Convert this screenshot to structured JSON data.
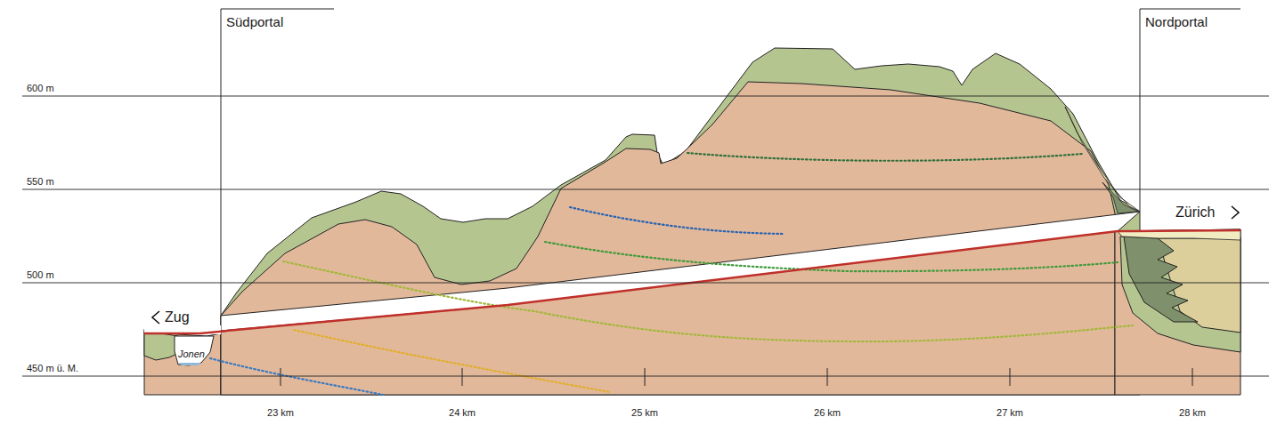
{
  "diagram": {
    "labels": [
      "Südportal",
      "Nordportal",
      "600 m",
      "550 m",
      "500 m",
      "450 m ü. M.",
      "Zug",
      "Zürich",
      "Jonen",
      "23 km",
      "24 km",
      "25 km",
      "26 km",
      "27 km",
      "28 km"
    ]
  }
}
